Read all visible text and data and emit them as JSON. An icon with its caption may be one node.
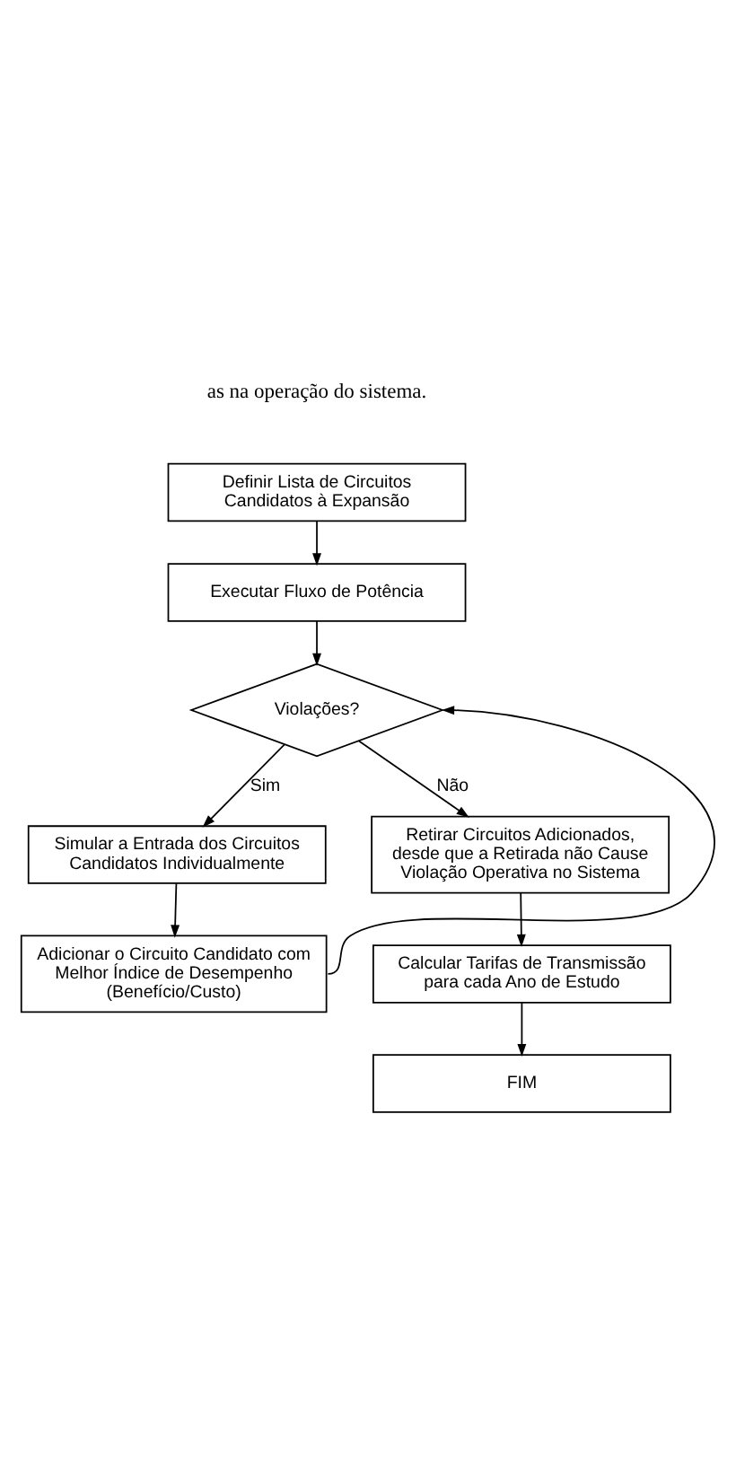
{
  "diagram": {
    "nodes": [
      {
        "text": [
          "Definir Lista de Circuitos Candidatos à Expansão"
        ]
      },
      {
        "text": [
          "Executar Fluxo de Potência"
        ]
      },
      {
        "text": [
          "Violações?"
        ]
      },
      {
        "text": [
          "Simular a Entrada dos Circuitos Candidatos Individualmente"
        ]
      },
      {
        "text": [
          "Adicionar o Circuito Candidato com Melhor Índice de Desempenho (Benefício/Custo)"
        ]
      },
      {
        "text": [
          "Retirar Circuitos Adicionados, desde que a Retirada não Cause Violação Operativa no Sistema"
        ]
      },
      {
        "text": [
          "Calcular Tarifas de Transmissão para cada Ano de Estudo"
        ]
      },
      {
        "text": [
          "FIM"
        ]
      }
    ],
    "edges": [
      {
        "from": 0,
        "to": 1,
        "arrow": "to"
      },
      {
        "from": 1,
        "to": 2,
        "arrow": "to"
      },
      {
        "from": 2,
        "to": 3,
        "arrow": "to",
        "label": "Sim"
      },
      {
        "from": 3,
        "to": 4,
        "arrow": "to"
      },
      {
        "from": 4,
        "to": 2,
        "arrow": "to"
      },
      {
        "from": 2,
        "to": 5,
        "arrow": "to",
        "label": "Não"
      },
      {
        "from": 5,
        "to": 6,
        "arrow": "to"
      },
      {
        "from": 6,
        "to": 7,
        "arrow": "to"
      }
    ],
    "labels": [
      "as na operação do sistema."
    ]
  }
}
